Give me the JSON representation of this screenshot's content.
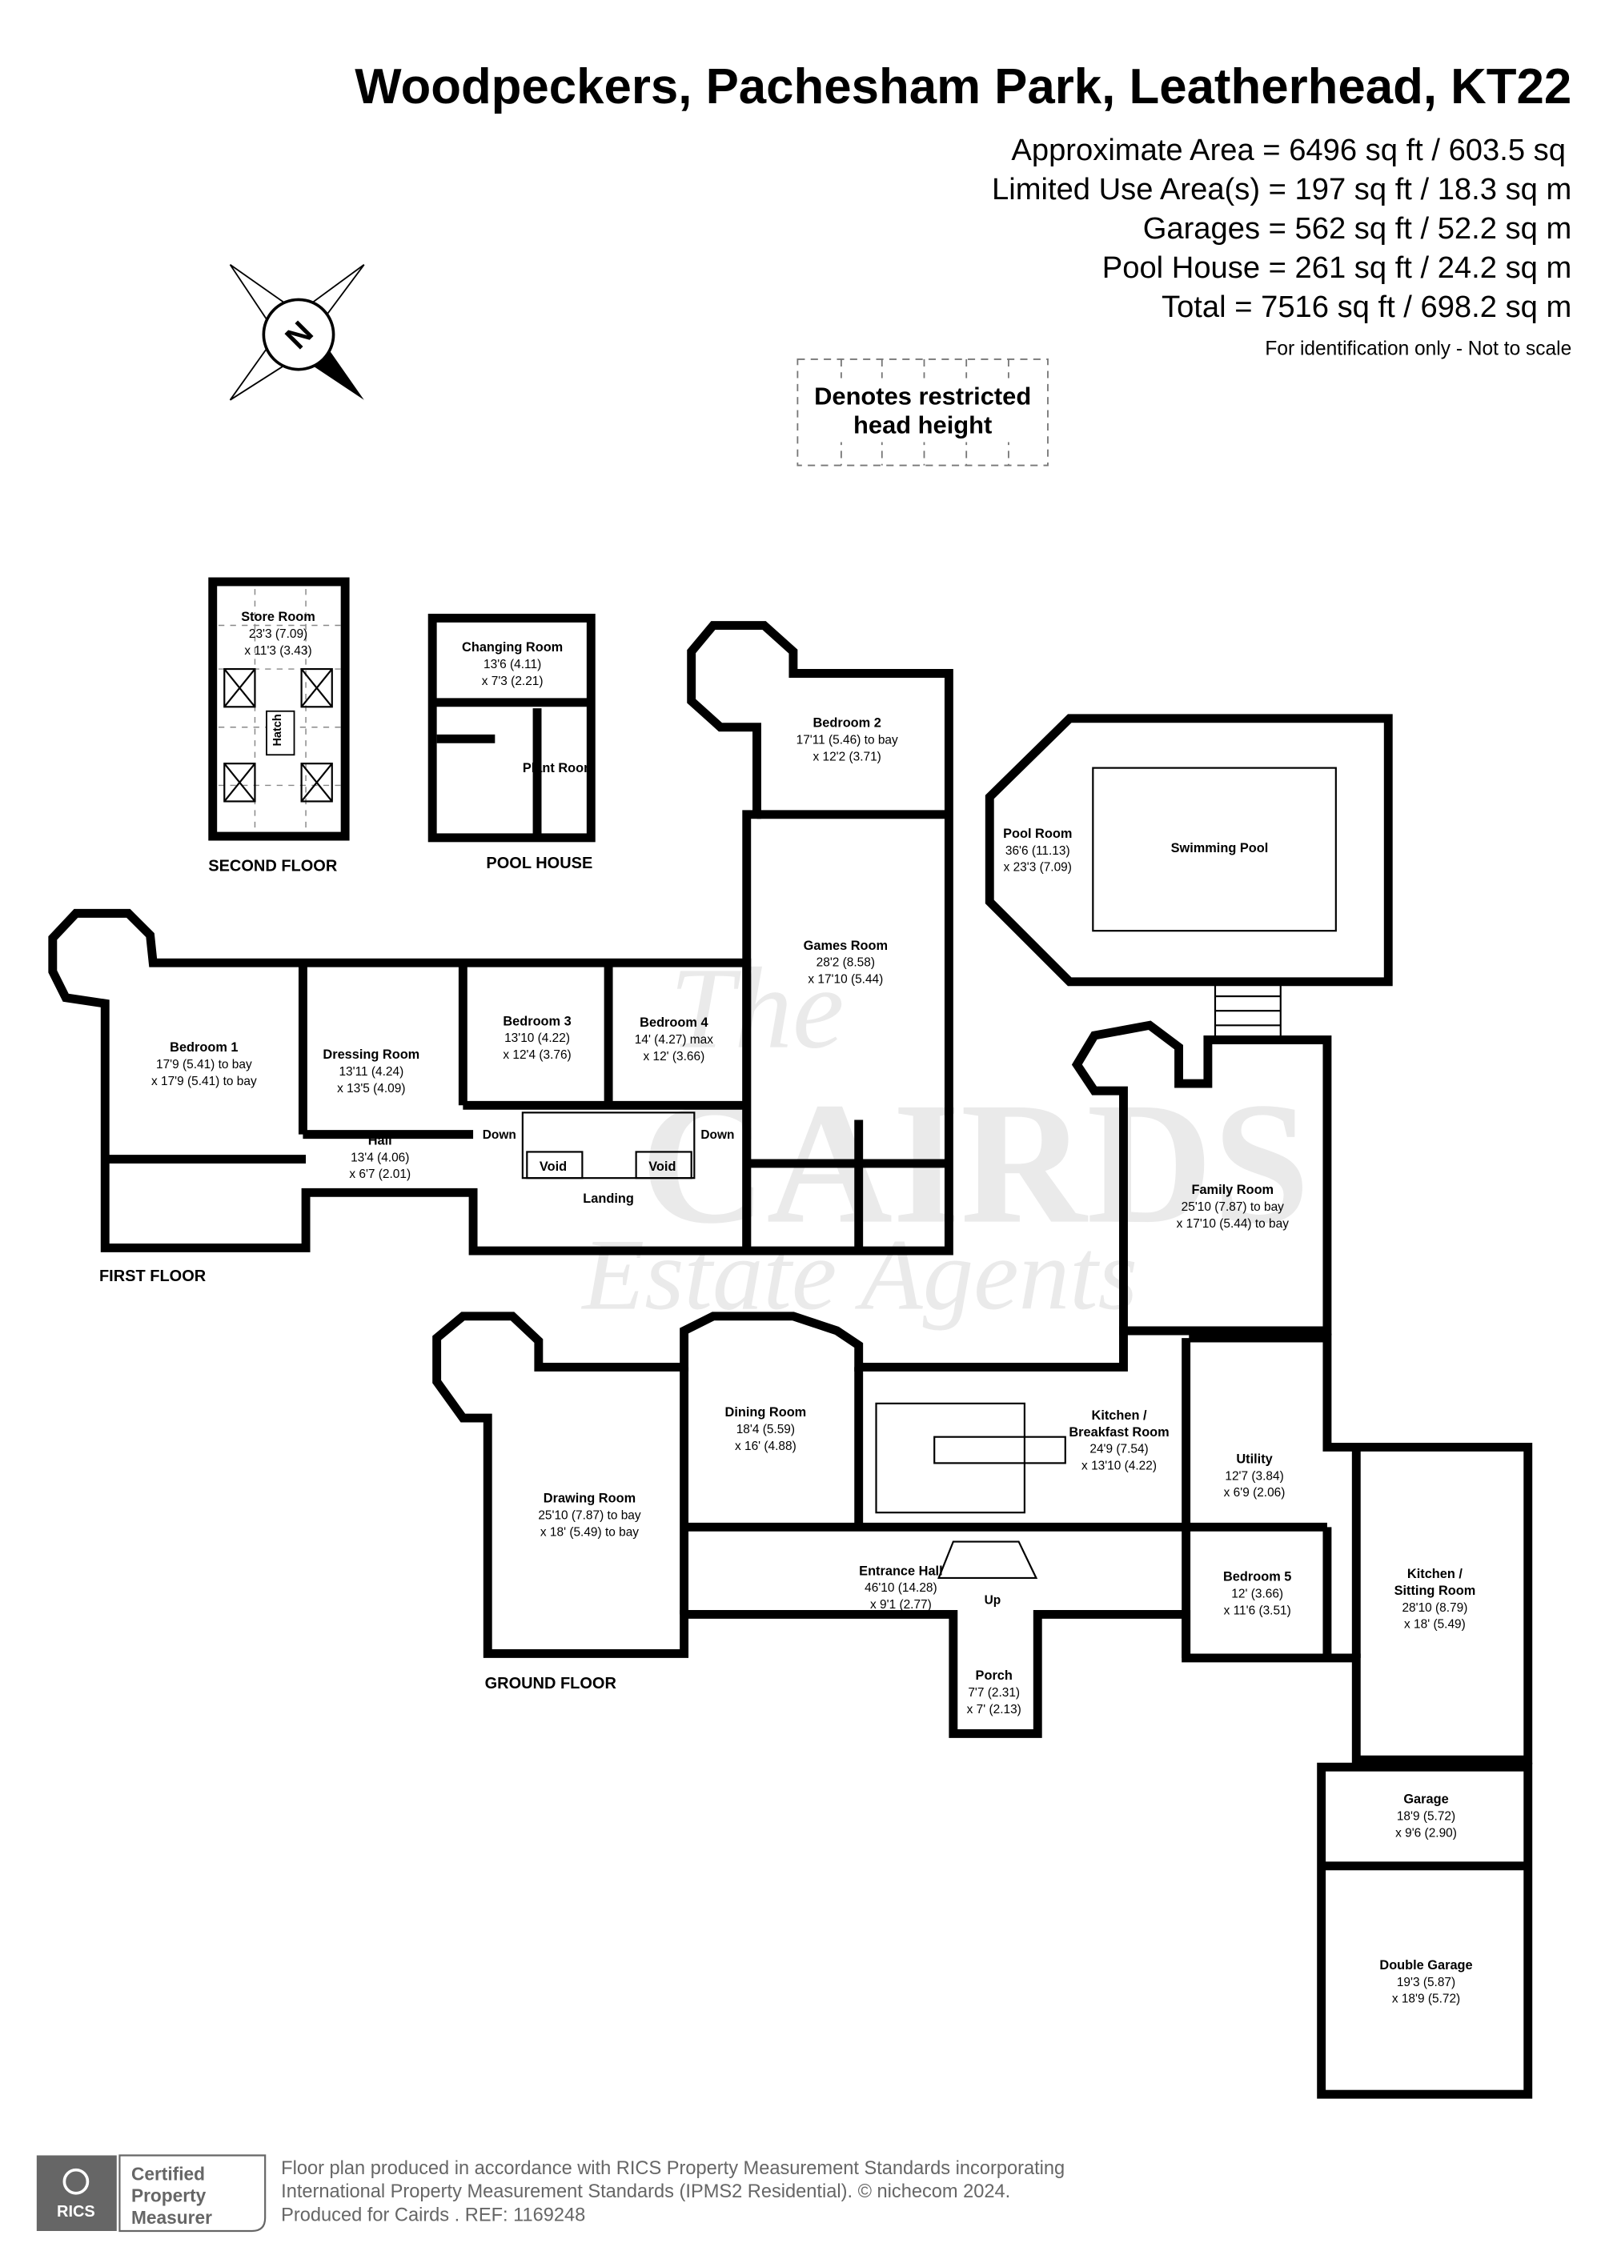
{
  "header": {
    "title": "Woodpeckers, Pachesham Park, Leatherhead, KT22",
    "areas": [
      "Approximate Area = 6496 sq ft / 603.5 sq",
      "Limited Use Area(s) = 197 sq ft / 18.3 sq m",
      "Garages = 562 sq ft / 52.2 sq m",
      "Pool House = 261 sq ft / 24.2 sq m",
      "Total = 7516 sq ft / 698.2 sq m"
    ],
    "disclaimer": "For identification only - Not to scale"
  },
  "compass": {
    "label": "N"
  },
  "legend": {
    "line1": "Denotes restricted",
    "line2": "head height"
  },
  "floors": {
    "second": "SECOND FLOOR",
    "pool_house": "POOL HOUSE",
    "first": "FIRST FLOOR",
    "ground": "GROUND FLOOR"
  },
  "rooms": [
    {
      "name": "Store Room",
      "dims": [
        "23'3 (7.09)",
        "x 11'3 (3.43)"
      ]
    },
    {
      "name": "Changing Room",
      "dims": [
        "13'6 (4.11)",
        "x 7'3 (2.21)"
      ]
    },
    {
      "name": "Plant Room",
      "dims": []
    },
    {
      "name": "Bedroom 2",
      "dims": [
        "17'11 (5.46) to bay",
        "x 12'2 (3.71)"
      ]
    },
    {
      "name": "Pool Room",
      "dims": [
        "36'6 (11.13)",
        "x 23'3 (7.09)"
      ]
    },
    {
      "name": "Swimming Pool",
      "dims": []
    },
    {
      "name": "Games Room",
      "dims": [
        "28'2 (8.58)",
        "x 17'10 (5.44)"
      ]
    },
    {
      "name": "Bedroom 1",
      "dims": [
        "17'9 (5.41) to bay",
        "x 17'9 (5.41) to bay"
      ]
    },
    {
      "name": "Dressing Room",
      "dims": [
        "13'11 (4.24)",
        "x 13'5 (4.09)"
      ]
    },
    {
      "name": "Bedroom 3",
      "dims": [
        "13'10 (4.22)",
        "x 12'4 (3.76)"
      ]
    },
    {
      "name": "Bedroom 4",
      "dims": [
        "14' (4.27) max",
        "x 12' (3.66)"
      ]
    },
    {
      "name": "Hall",
      "dims": [
        "13'4 (4.06)",
        "x 6'7 (2.01)"
      ]
    },
    {
      "name": "Landing",
      "dims": []
    },
    {
      "name": "Family Room",
      "dims": [
        "25'10 (7.87) to bay",
        "x 17'10 (5.44) to bay"
      ]
    },
    {
      "name": "Dining Room",
      "dims": [
        "18'4 (5.59)",
        "x 16' (4.88)"
      ]
    },
    {
      "name": "Kitchen /",
      "dims": [
        "Breakfast Room",
        "24'9 (7.54)",
        "x 13'10 (4.22)"
      ]
    },
    {
      "name": "Utility",
      "dims": [
        "12'7 (3.84)",
        "x 6'9 (2.06)"
      ]
    },
    {
      "name": "Drawing Room",
      "dims": [
        "25'10 (7.87) to bay",
        "x 18' (5.49) to bay"
      ]
    },
    {
      "name": "Entrance Hall",
      "dims": [
        "46'10 (14.28)",
        "x 9'1 (2.77)"
      ]
    },
    {
      "name": "Bedroom 5",
      "dims": [
        "12' (3.66)",
        "x 11'6 (3.51)"
      ]
    },
    {
      "name": "Kitchen /",
      "dims": [
        "Sitting Room",
        "28'10 (8.79)",
        "x 18' (5.49)"
      ]
    },
    {
      "name": "Porch",
      "dims": [
        "7'7 (2.31)",
        "x 7' (2.13)"
      ]
    },
    {
      "name": "Garage",
      "dims": [
        "18'9 (5.72)",
        "x 9'6 (2.90)"
      ]
    },
    {
      "name": "Double Garage",
      "dims": [
        "19'3 (5.87)",
        "x 18'9 (5.72)"
      ]
    }
  ],
  "annotations": {
    "hatch": "Hatch",
    "void": "Void",
    "down": "Down",
    "up": "Up"
  },
  "watermark": {
    "line1": "The",
    "line2": "CAIRDS",
    "line3": "Estate Agents"
  },
  "footer": {
    "badge_org": "RICS",
    "badge_lines": [
      "Certified",
      "Property",
      "Measurer"
    ],
    "lines": [
      "Floor plan produced in accordance with RICS Property Measurement Standards incorporating",
      "International Property Measurement Standards (IPMS2 Residential).   © nichecom 2024.",
      "Produced for Cairds .   REF: 1169248"
    ]
  }
}
